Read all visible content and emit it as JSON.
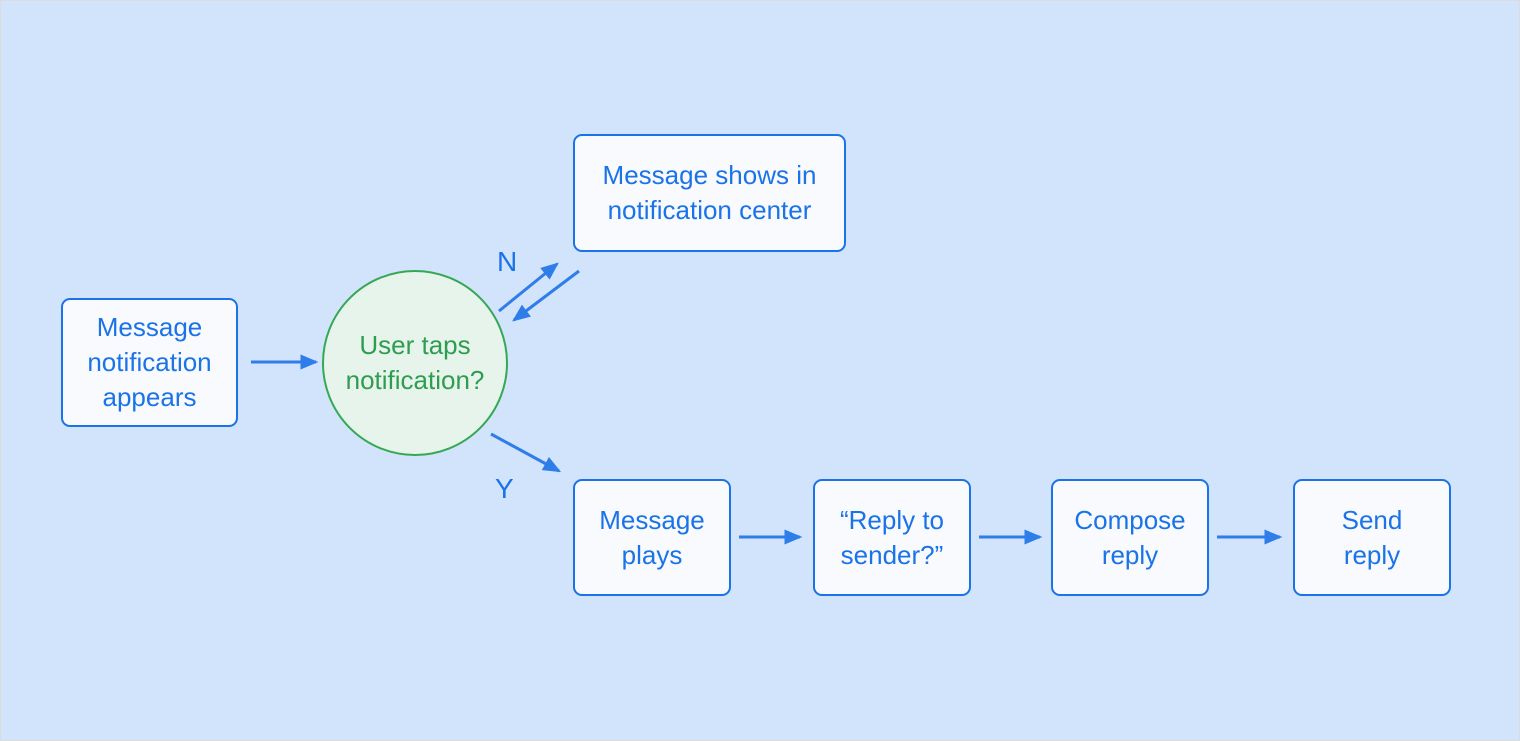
{
  "colors": {
    "background": "#d2e3fc",
    "frame_border": "#dcdcdc",
    "box_fill": "#f8fafd",
    "box_border": "#1a73e8",
    "box_text": "#1a73e8",
    "circle_fill": "#e7f4ec",
    "circle_border": "#34a853",
    "circle_text": "#2e9d4f",
    "arrow": "#2e7de9"
  },
  "diagram": {
    "nodes": {
      "start": {
        "lines": [
          "Message",
          "notification",
          "appears"
        ]
      },
      "decision": {
        "lines": [
          "User taps",
          "notification?"
        ]
      },
      "notification_center": {
        "lines": [
          "Message shows in",
          "notification center"
        ]
      },
      "message_plays": {
        "lines": [
          "Message",
          "plays"
        ]
      },
      "reply_to_sender": {
        "lines": [
          "“Reply to",
          "sender?”"
        ]
      },
      "compose_reply": {
        "lines": [
          "Compose",
          "reply"
        ]
      },
      "send_reply": {
        "lines": [
          "Send",
          "reply"
        ]
      }
    },
    "edge_labels": {
      "no": "N",
      "yes": "Y"
    }
  }
}
